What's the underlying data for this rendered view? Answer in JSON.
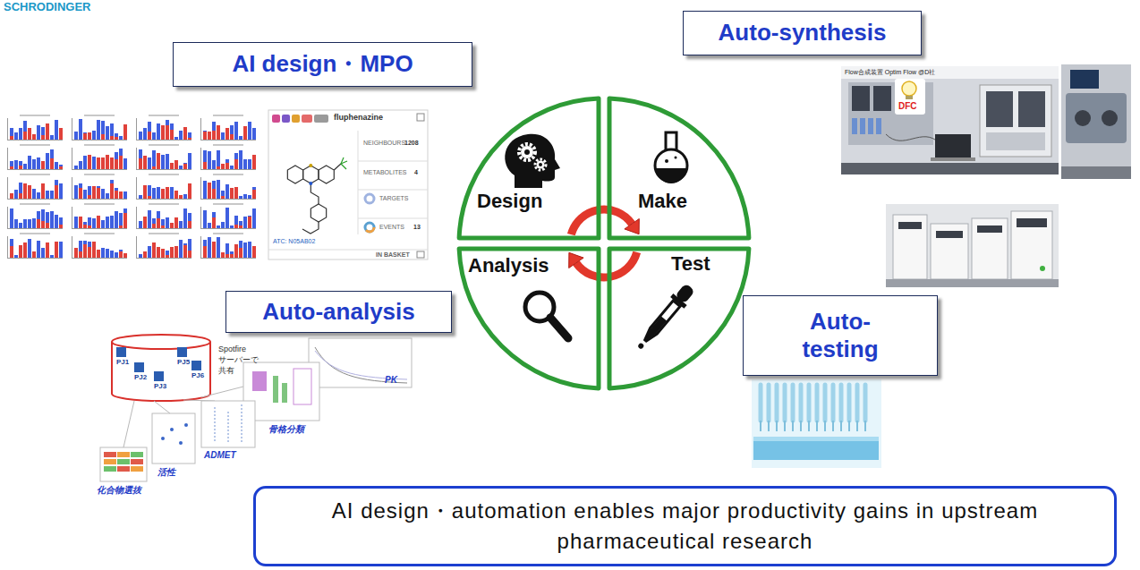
{
  "diagram": {
    "nodes": [
      {
        "text": [
          "AI design・MPO"
        ]
      },
      {
        "text": [
          "Auto-synthesis"
        ]
      },
      {
        "text": [
          "Design"
        ]
      },
      {
        "text": [
          "Make"
        ]
      },
      {
        "text": [
          "Analysis"
        ]
      },
      {
        "text": [
          "Test"
        ]
      },
      {
        "text": [
          "Auto-analysis"
        ]
      },
      {
        "text": [
          "Auto- testing"
        ]
      },
      {
        "text": [
          "AI design・automation enables major productivity gains in upstream pharmaceutical research"
        ]
      }
    ],
    "labels": [
      "SCHRODINGER",
      "fluphenazine",
      "NEIGHBOURS",
      "1208",
      "METABOLITES",
      "4",
      "TARGETS",
      "EVENTS",
      "13",
      "ATC: N05AB02",
      "IN BASKET",
      "Flow合成装置 Optim Flow @D社",
      "DFC",
      "Spotfire",
      "サーバーで",
      "共有",
      "PJ1",
      "PJ2",
      "PJ3",
      "PJ5",
      "PJ6",
      "PK",
      "骨格分類",
      "ADMET",
      "活性",
      "化合物選抜"
    ]
  }
}
